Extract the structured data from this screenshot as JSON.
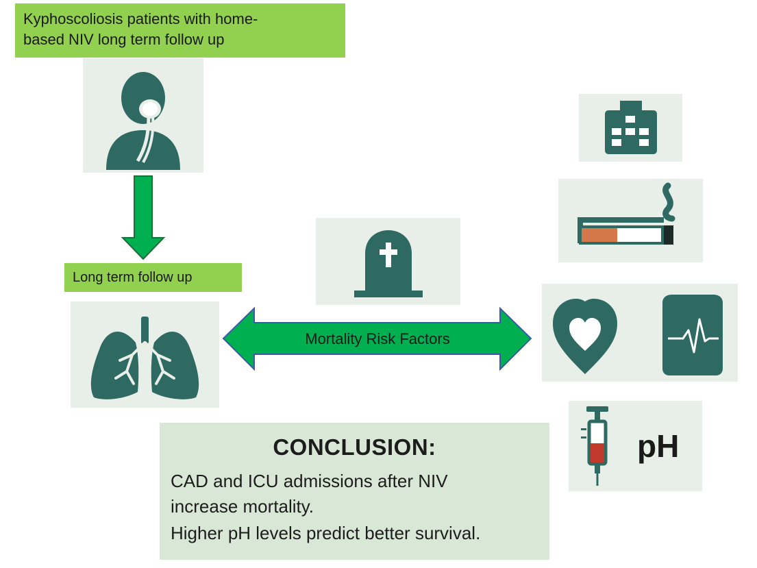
{
  "title_box": {
    "line1": "Kyphoscoliosis patients  with home-",
    "line2": "based NIV long term follow up"
  },
  "followup_label": "Long term follow up",
  "arrow_label": "Mortality Risk Factors",
  "ph_label": "pH",
  "conclusion": {
    "heading": "CONCLUSION:",
    "line1": "CAD and ICU admissions after NIV",
    "line2": "increase mortality.",
    "line3": "Higher pH levels predict better survival."
  },
  "colors": {
    "label_green": "#92d050",
    "arrow_green": "#00b050",
    "icon_teal": "#2e6a62",
    "tile_bg": "#e8efe8",
    "conclusion_bg": "#d9e7d6",
    "cigarette_orange": "#d4784a",
    "blood_red": "#c0392b"
  },
  "icons": [
    "patient-with-oxygen-mask-icon",
    "lungs-icon",
    "tombstone-icon",
    "hospital-building-icon",
    "cigarette-icon",
    "heart-icon",
    "ecg-monitor-icon",
    "syringe-icon"
  ]
}
